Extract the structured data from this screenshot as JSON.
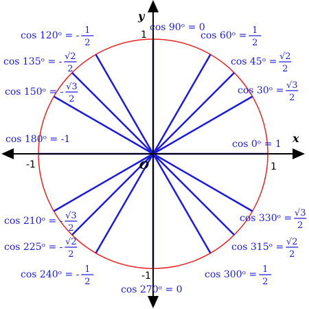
{
  "axes": {
    "x_label": "x",
    "y_label": "y",
    "origin_label": "O",
    "ticks": {
      "right": "1",
      "left": "-1",
      "top": "1",
      "bottom": "-1"
    }
  },
  "colors": {
    "circle": "#e8231f",
    "radius": "#1a1adb",
    "axis": "#000000",
    "text": "#1a1adb"
  },
  "angles": [
    {
      "deg": 0,
      "text": "cos 0ᵒ = 1"
    },
    {
      "deg": 30,
      "text": "cos 30ᵒ =",
      "num": "√3",
      "den": "2"
    },
    {
      "deg": 45,
      "text": "cos 45ᵒ =",
      "num": "√2",
      "den": "2"
    },
    {
      "deg": 60,
      "text": "cos 60ᵒ =",
      "num": "1",
      "den": "2"
    },
    {
      "deg": 90,
      "text": "cos 90ᵒ = 0"
    },
    {
      "deg": 120,
      "text": "cos 120ᵒ = -",
      "num": "1",
      "den": "2"
    },
    {
      "deg": 135,
      "text": "cos 135ᵒ = -",
      "num": "√2",
      "den": "2"
    },
    {
      "deg": 150,
      "text": "cos 150ᵒ = -",
      "num": "√3",
      "den": "2"
    },
    {
      "deg": 180,
      "text": "cos 180ᵒ = -1"
    },
    {
      "deg": 210,
      "text": "cos 210ᵒ = -",
      "num": "√3",
      "den": "2"
    },
    {
      "deg": 225,
      "text": "cos 225ᵒ = -",
      "num": "√2",
      "den": "2"
    },
    {
      "deg": 240,
      "text": "cos 240ᵒ = -",
      "num": "1",
      "den": "2"
    },
    {
      "deg": 270,
      "text": "cos 270ᵒ = 0"
    },
    {
      "deg": 300,
      "text": "cos 300ᵒ =",
      "num": "1",
      "den": "2"
    },
    {
      "deg": 315,
      "text": "cos 315ᵒ =",
      "num": "√2",
      "den": "2"
    },
    {
      "deg": 330,
      "text": "cos 330ᵒ =",
      "num": "√3",
      "den": "2"
    }
  ]
}
